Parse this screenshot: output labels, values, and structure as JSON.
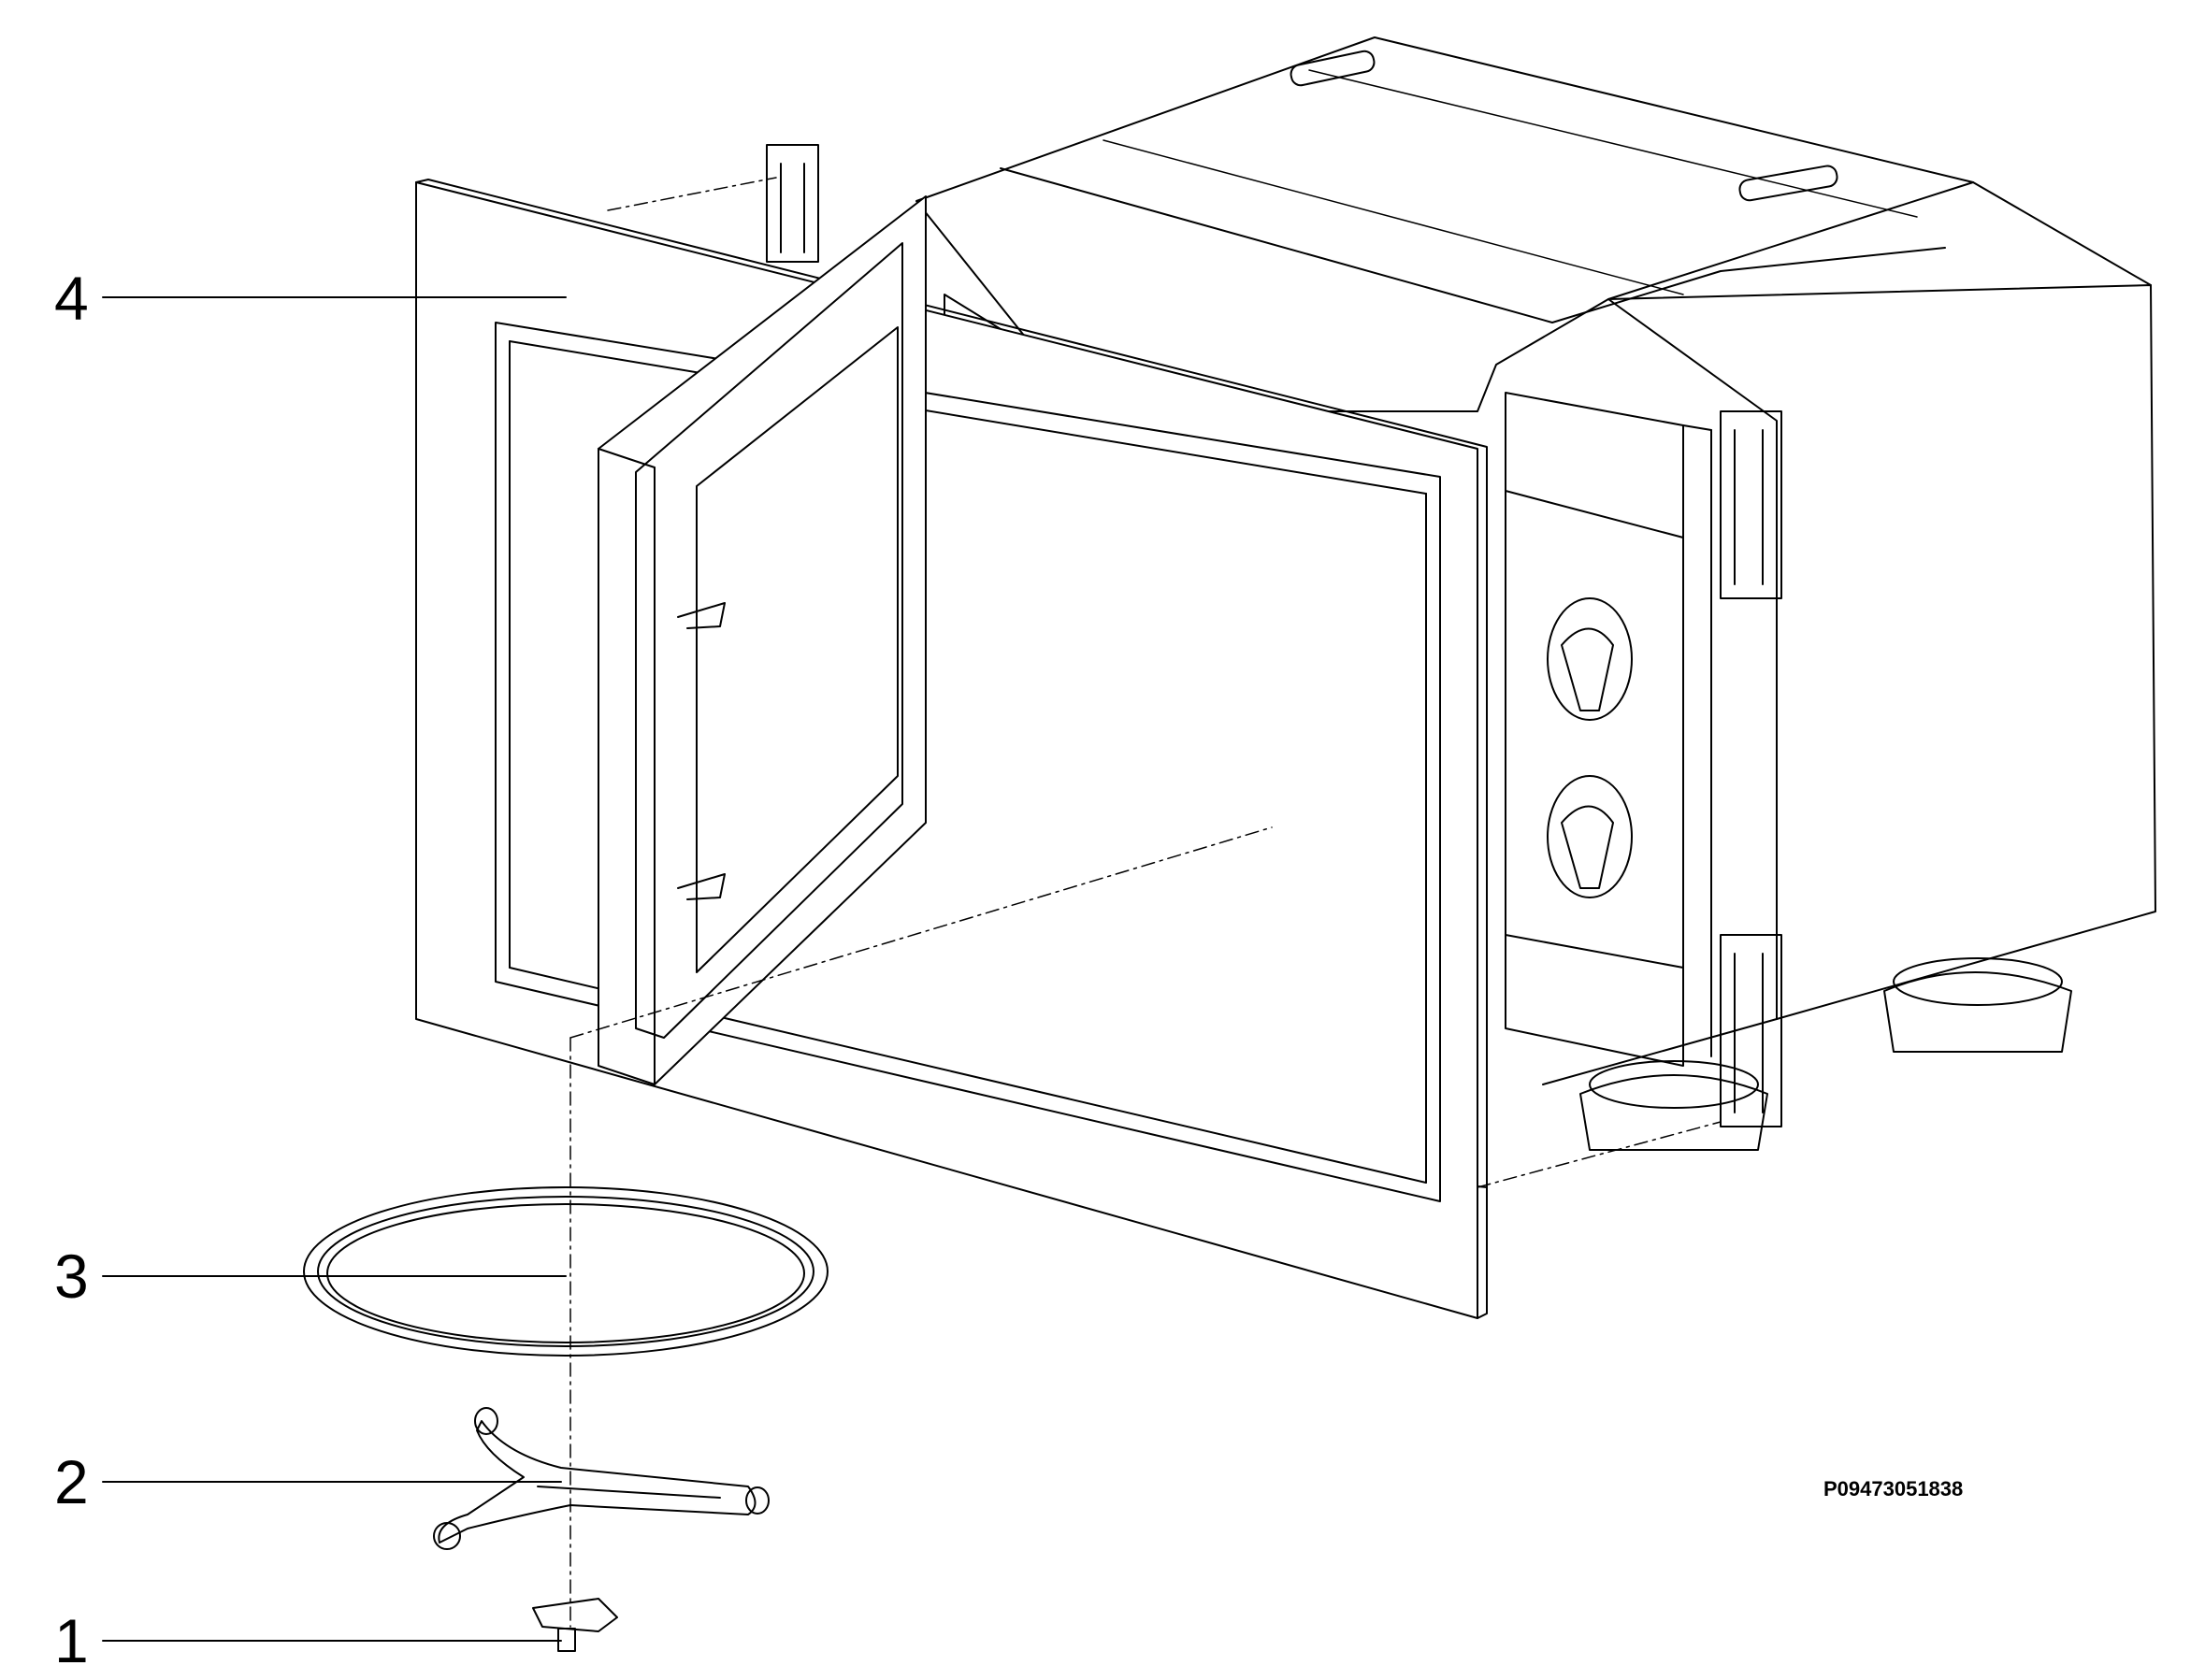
{
  "diagram": {
    "callouts": [
      {
        "number": "1",
        "part": "turntable-coupler"
      },
      {
        "number": "2",
        "part": "roller-ring-support"
      },
      {
        "number": "3",
        "part": "glass-turntable-plate"
      },
      {
        "number": "4",
        "part": "installation-frame"
      }
    ],
    "reference_code": "P09473051838",
    "colors": {
      "line": "#000000",
      "background": "#ffffff"
    }
  }
}
